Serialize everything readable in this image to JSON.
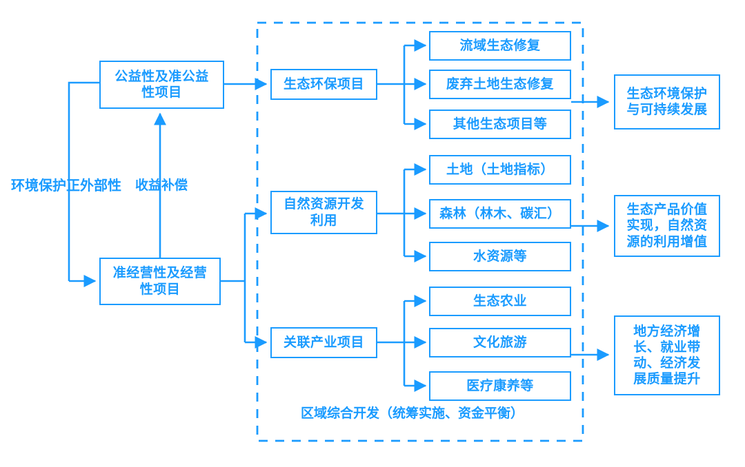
{
  "diagram": {
    "title_label": "环境保护正外部性",
    "compensation_label": "收益补偿",
    "bottom_caption": "区域综合开发（统筹实施、资金平衡）",
    "accent_color": "#1a9bff",
    "background_color": "#ffffff"
  },
  "left_column": {
    "nodes": [
      {
        "id": "public-welfare",
        "text": "公益性及准公益\n性项目"
      },
      {
        "id": "quasi-commercial",
        "text": "准经营性及经营\n性项目"
      }
    ]
  },
  "category_column": {
    "nodes": [
      {
        "id": "eco-protection",
        "text": "生态环保项目"
      },
      {
        "id": "natural-resource",
        "text": "自然资源开发\n利用"
      },
      {
        "id": "related-industry",
        "text": "关联产业项目"
      }
    ]
  },
  "detail_column": {
    "groups": [
      {
        "group_id": "eco-protection-items",
        "items": [
          {
            "id": "watershed-restoration",
            "text": "流域生态修复"
          },
          {
            "id": "abandoned-land-restoration",
            "text": "废弃土地生态修复"
          },
          {
            "id": "other-eco-projects",
            "text": "其他生态项目等"
          }
        ]
      },
      {
        "group_id": "natural-resource-items",
        "items": [
          {
            "id": "land-index",
            "text": "土地（土地指标）"
          },
          {
            "id": "forest-carbon",
            "text": "森林（林木、碳汇）"
          },
          {
            "id": "water-resources",
            "text": "水资源等"
          }
        ]
      },
      {
        "group_id": "related-industry-items",
        "items": [
          {
            "id": "eco-agriculture",
            "text": "生态农业"
          },
          {
            "id": "culture-tourism",
            "text": "文化旅游"
          },
          {
            "id": "medical-wellness",
            "text": "医疗康养等"
          }
        ]
      }
    ]
  },
  "outcome_column": {
    "nodes": [
      {
        "id": "eco-env-protection",
        "text": "生态环境保护\n与可持续发展"
      },
      {
        "id": "eco-product-value",
        "text": "生态产品价值\n实现，自然资\n源的利用增值"
      },
      {
        "id": "local-economy",
        "text": "地方经济增\n长、就业带\n动、经济发\n展质量提升"
      }
    ]
  }
}
